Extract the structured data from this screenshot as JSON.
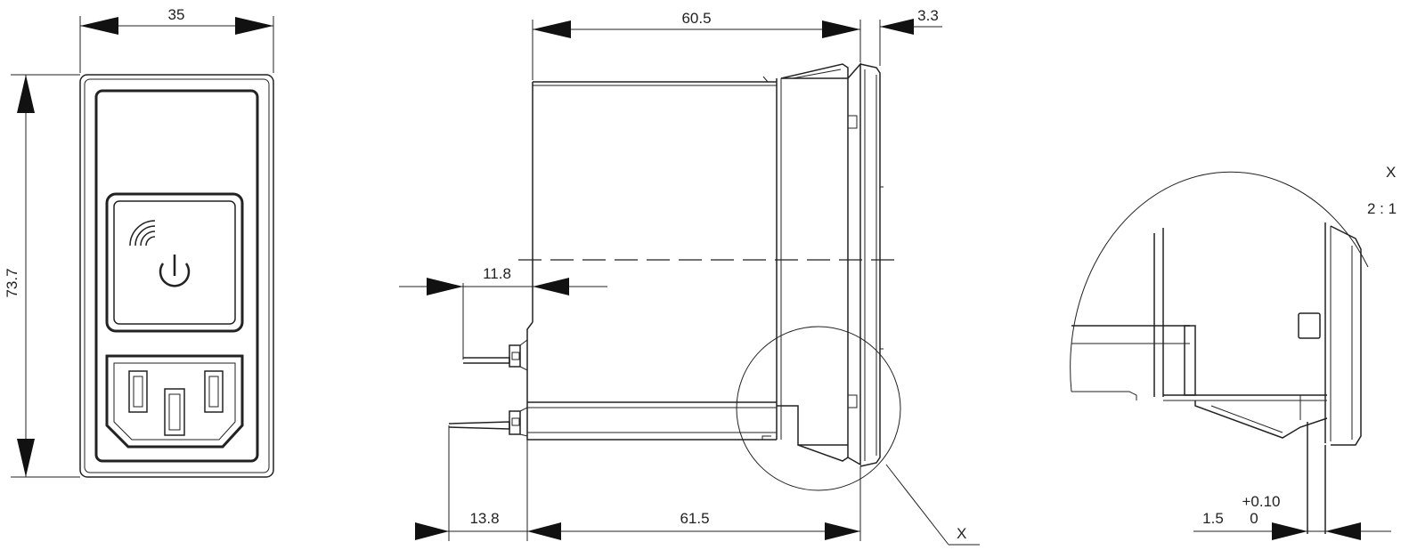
{
  "dimensions": {
    "width_35": "35",
    "height_73_7": "73.7",
    "depth_60_5": "60.5",
    "flange_3_3": "3.3",
    "offset_11_8": "11.8",
    "terminal_13_8": "13.8",
    "length_61_5": "61.5",
    "panel_1_5": "1.5",
    "tol_plus": "+0.10",
    "tol_zero": "0"
  },
  "detail": {
    "marker_label": "X",
    "view_label": "X",
    "scale_label": "2 : 1"
  },
  "icons": [
    "wireless-icon",
    "power-icon",
    "iec-socket-icon"
  ]
}
